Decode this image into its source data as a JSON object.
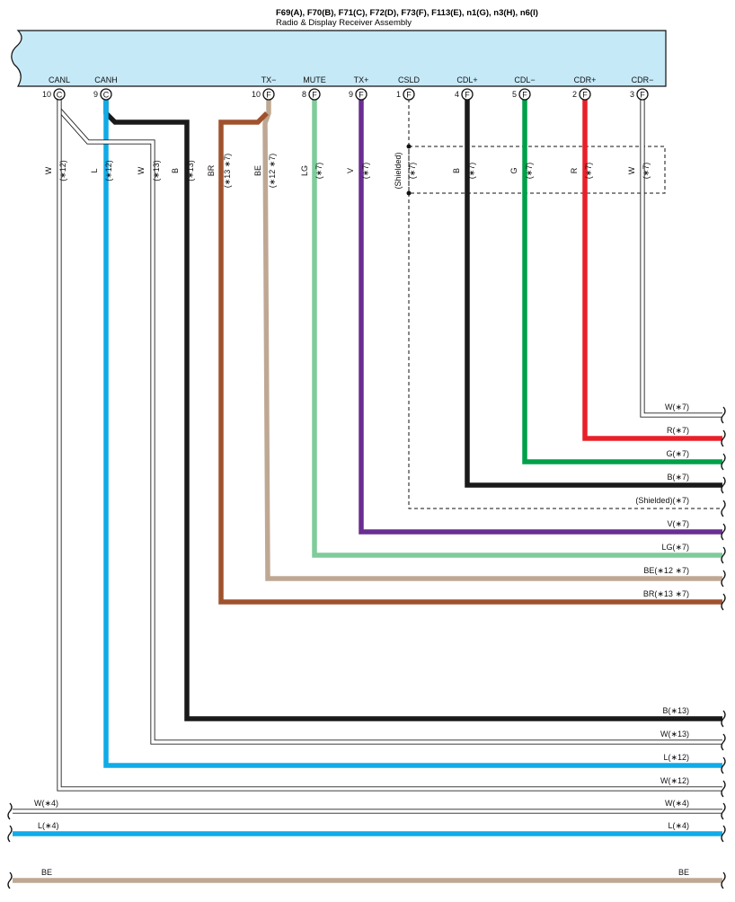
{
  "header": {
    "connectors": "F69(A), F70(B), F71(C), F72(D), F73(F), F113(E), n1(G), n3(H), n6(I)",
    "component": "Radio & Display Receiver Assembly"
  },
  "colors": {
    "receiver_box": "#c6e9f8",
    "white": "#ffffff",
    "black": "#1a1a1a",
    "light_blue": "#10abe8",
    "brown": "#a0522d",
    "beige": "#bfa893",
    "light_green": "#7fcc9a",
    "violet": "#6a2d91",
    "green": "#00a04a",
    "red": "#e8202a"
  },
  "pins": [
    {
      "id": "canl",
      "name": "CANL",
      "num": "10",
      "conn": "C"
    },
    {
      "id": "canh",
      "name": "CANH",
      "num": "9",
      "conn": "C"
    },
    {
      "id": "txm",
      "name": "TX−",
      "num": "10",
      "conn": "F"
    },
    {
      "id": "mute",
      "name": "MUTE",
      "num": "8",
      "conn": "F"
    },
    {
      "id": "txp",
      "name": "TX+",
      "num": "9",
      "conn": "F"
    },
    {
      "id": "csld",
      "name": "CSLD",
      "num": "1",
      "conn": "F"
    },
    {
      "id": "cdlp",
      "name": "CDL+",
      "num": "4",
      "conn": "F"
    },
    {
      "id": "cdlm",
      "name": "CDL−",
      "num": "5",
      "conn": "F"
    },
    {
      "id": "cdrp",
      "name": "CDR+",
      "num": "2",
      "conn": "F"
    },
    {
      "id": "cdrm",
      "name": "CDR−",
      "num": "3",
      "conn": "F"
    }
  ],
  "vertical_labels": [
    {
      "id": "w12",
      "color": "W",
      "note": "(∗12)"
    },
    {
      "id": "l12",
      "color": "L",
      "note": "(∗12)"
    },
    {
      "id": "w13",
      "color": "W",
      "note": "(∗13)"
    },
    {
      "id": "b13",
      "color": "B",
      "note": "(∗13)"
    },
    {
      "id": "br",
      "color": "BR",
      "note": "(∗13 ∗7)"
    },
    {
      "id": "be",
      "color": "BE",
      "note": "(∗12 ∗7)"
    },
    {
      "id": "lg",
      "color": "LG",
      "note": "(∗7)"
    },
    {
      "id": "v",
      "color": "V",
      "note": "(∗7)"
    },
    {
      "id": "sh",
      "color": "(Shielded)",
      "note": "(∗7)"
    },
    {
      "id": "b7",
      "color": "B",
      "note": "(∗7)"
    },
    {
      "id": "g",
      "color": "G",
      "note": "(∗7)"
    },
    {
      "id": "r",
      "color": "R",
      "note": "(∗7)"
    },
    {
      "id": "w7",
      "color": "W",
      "note": "(∗7)"
    }
  ],
  "right_labels": [
    {
      "id": "w7",
      "text": "W(∗7)"
    },
    {
      "id": "r7",
      "text": "R(∗7)"
    },
    {
      "id": "g7",
      "text": "G(∗7)"
    },
    {
      "id": "b7",
      "text": "B(∗7)"
    },
    {
      "id": "sh7",
      "text": "(Shielded)(∗7)"
    },
    {
      "id": "v7",
      "text": "V(∗7)"
    },
    {
      "id": "lg7",
      "text": "LG(∗7)"
    },
    {
      "id": "be127",
      "text": "BE(∗12 ∗7)"
    },
    {
      "id": "br137",
      "text": "BR(∗13 ∗7)"
    },
    {
      "id": "b13",
      "text": "B(∗13)"
    },
    {
      "id": "w13",
      "text": "W(∗13)"
    },
    {
      "id": "l12",
      "text": "L(∗12)"
    },
    {
      "id": "w12",
      "text": "W(∗12)"
    },
    {
      "id": "w4",
      "text": "W(∗4)"
    },
    {
      "id": "l4",
      "text": "L(∗4)"
    },
    {
      "id": "be",
      "text": "BE"
    }
  ],
  "left_labels": [
    {
      "id": "w4",
      "text": "W(∗4)"
    },
    {
      "id": "l4",
      "text": "L(∗4)"
    },
    {
      "id": "be",
      "text": "BE"
    }
  ]
}
